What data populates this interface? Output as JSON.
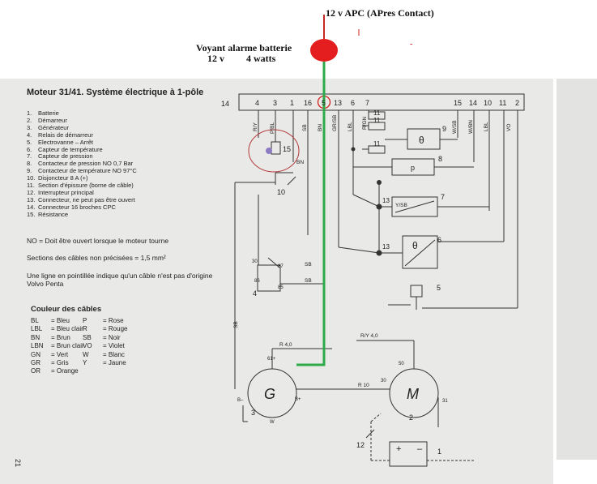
{
  "annotations": {
    "apc_label": "12 v APC (APres Contact)",
    "lamp_label_line1": "Voyant  alarme batterie",
    "lamp_label_12v": "12 v",
    "lamp_label_watts": "4 watts",
    "red_dash": "-"
  },
  "doc": {
    "title": "Moteur 31/41. Système électrique à 1-pôle",
    "page_number": "21",
    "legend": [
      {
        "n": "1.",
        "t": "Batterie"
      },
      {
        "n": "2.",
        "t": "Démarreur"
      },
      {
        "n": "3.",
        "t": "Générateur"
      },
      {
        "n": "4.",
        "t": "Relais de démarreur"
      },
      {
        "n": "5.",
        "t": "Electrovanne – Arrêt"
      },
      {
        "n": "6.",
        "t": "Capteur de température"
      },
      {
        "n": "7.",
        "t": "Capteur de pression"
      },
      {
        "n": "8.",
        "t": "Contacteur de pression NO 0,7 Bar"
      },
      {
        "n": "9.",
        "t": "Contacteur de température NO 97°C"
      },
      {
        "n": "10.",
        "t": "Disjoncteur 8 A (+)"
      },
      {
        "n": "11.",
        "t": "Section d'épissure (borne de câble)"
      },
      {
        "n": "12.",
        "t": "Interrupteur principal"
      },
      {
        "n": "13.",
        "t": "Connecteur, ne peut pas être ouvert"
      },
      {
        "n": "14.",
        "t": "Connecteur 16 broches CPC"
      },
      {
        "n": "15.",
        "t": "Résistance"
      }
    ],
    "note_no": "NO = Doit être ouvert lorsque le moteur tourne",
    "note_sections": "Sections des câbles non précisées = 1,5 mm²",
    "note_dotted": "Une ligne en pointillée indique qu'un câble n'est pas d'origine Volvo Penta",
    "colors_title": "Couleur des câbles",
    "colors_left": [
      {
        "ab": "BL",
        "name": "Bleu"
      },
      {
        "ab": "LBL",
        "name": "Bleu clair"
      },
      {
        "ab": "BN",
        "name": "Brun"
      },
      {
        "ab": "LBN",
        "name": "Brun clair"
      },
      {
        "ab": "GN",
        "name": "Vert"
      },
      {
        "ab": "GR",
        "name": "Gris"
      },
      {
        "ab": "OR",
        "name": "Orange"
      }
    ],
    "colors_right": [
      {
        "ab": "P",
        "name": "Rose"
      },
      {
        "ab": "R",
        "name": "Rouge"
      },
      {
        "ab": "SB",
        "name": "Noir"
      },
      {
        "ab": "VO",
        "name": "Violet"
      },
      {
        "ab": "W",
        "name": "Blanc"
      },
      {
        "ab": "Y",
        "name": "Jaune"
      }
    ],
    "eq": "="
  },
  "connector": {
    "label_14": "14",
    "left_pins": [
      "4",
      "3",
      "1",
      "16",
      "5",
      "13",
      "6",
      "7"
    ],
    "right_pins": [
      "15",
      "14",
      "10",
      "11",
      "2"
    ]
  },
  "wires": {
    "ry": "R/Y",
    "pbl": "P/BL",
    "sb": "SB",
    "bn": "BN",
    "grsb": "GR/SB",
    "lbl": "LBL",
    "vo": "VO",
    "wsb": "W/SB",
    "wbn": "W/BN",
    "ysb": "Y/SB",
    "rgn": "R/GN",
    "r40": "R 4,0",
    "ry40": "R/Y 4,0",
    "r10": "R 10",
    "bn_small": "BN"
  },
  "components": {
    "c1": "1",
    "c2": "2",
    "c3": "3",
    "c4": "4",
    "c5": "5",
    "c6": "6",
    "c7": "7",
    "c8": "8",
    "c9": "9",
    "c10": "10",
    "c11": "11",
    "c12": "12",
    "c13": "13",
    "c15": "15",
    "theta": "θ",
    "p": "p",
    "G": "G",
    "M": "M",
    "t61": "61+",
    "t30": "30",
    "t50": "50",
    "t31": "31",
    "tBm": "B–",
    "tBp": "B+",
    "tW": "W",
    "t30r": "30",
    "t87": "87",
    "t86": "86",
    "t85": "85",
    "plus": "+",
    "minus": "–"
  },
  "colors": {
    "red_wire": "#c62828",
    "lamp": "#e41e1e",
    "green_wire": "#2eaa4a",
    "circle_annot": "#b23a3a",
    "pin_circle": "#d21f1f",
    "purple_dot": "#8e7cc3"
  }
}
